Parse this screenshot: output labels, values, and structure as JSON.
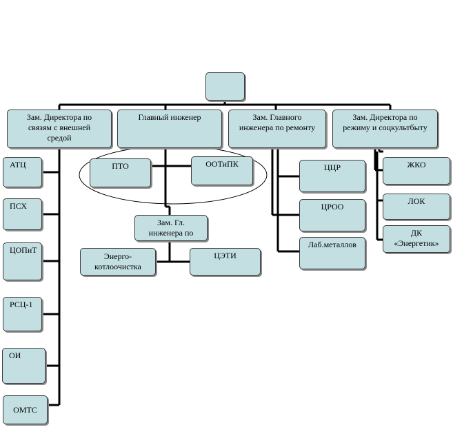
{
  "colors": {
    "box_fill": "#c3dfe2",
    "box_border": "#3a3a3a",
    "line": "#000000"
  },
  "root": {
    "label": ""
  },
  "level1": {
    "deputy_external": "Зам. Директора по\nсвязям с внешней\nсредой",
    "chief_engineer": "Главный инженер",
    "deputy_chief_repair": "Зам. Главного\nинженера по ремонту",
    "deputy_regime": "Зам. Директора по\nрежиму и соцкультбыту"
  },
  "external_units": [
    "АТЦ",
    "ПСХ",
    "ЦОПиТ",
    "РСЦ-1",
    "ОИ",
    "ОМТС"
  ],
  "chief_engineer_units": {
    "pto": "ПТО",
    "ootipk": "ООТиПК"
  },
  "deputy_chief": {
    "label": "Зам. Гл.\nинженера по",
    "units": {
      "energo": "Энерго-\nкотлоочистка",
      "tseti": "ЦЭТИ"
    }
  },
  "repair_units": [
    "ЦЦР",
    "ЦРОО",
    "Лаб.металлов"
  ],
  "regime_units": [
    "ЖКО",
    "ЛОК",
    "ДК\n«Энергетик»"
  ]
}
